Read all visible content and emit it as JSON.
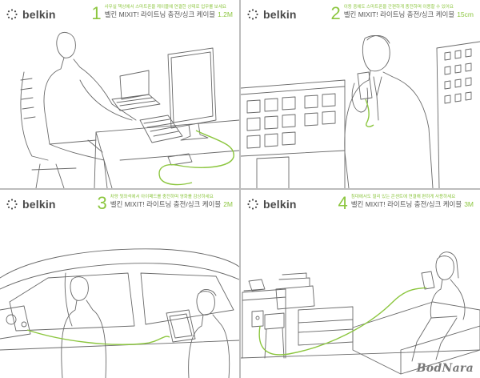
{
  "brand": {
    "name": "belkin"
  },
  "accent_color": "#8cc63f",
  "panels": [
    {
      "step": "1",
      "note": "사무실 책상에서 스마트폰을 케이블에 연결한 상태로 업무를 보세요",
      "title": "벨킨 MIXIT! 라이트닝 충전/싱크 케이블",
      "length": "1.2M"
    },
    {
      "step": "2",
      "note": "이동 중에도 스마트폰을 간편하게 충전하며 이용할 수 있어요",
      "title": "벨킨 MIXIT! 라이트닝 충전/싱크 케이블",
      "length": "15cm"
    },
    {
      "step": "3",
      "note": "차량 뒷좌석에서 아이패드를 충전하며 영화를 감상하세요",
      "title": "벨킨 MIXIT! 라이트닝 충전/싱크 케이블",
      "length": "2M"
    },
    {
      "step": "4",
      "note": "침대에서도 멀리 있는 콘센트에 연결해 편하게 사용하세요",
      "title": "벨킨 MIXIT! 라이트닝 충전/싱크 케이블",
      "length": "3M"
    }
  ],
  "watermark": "BodNara"
}
